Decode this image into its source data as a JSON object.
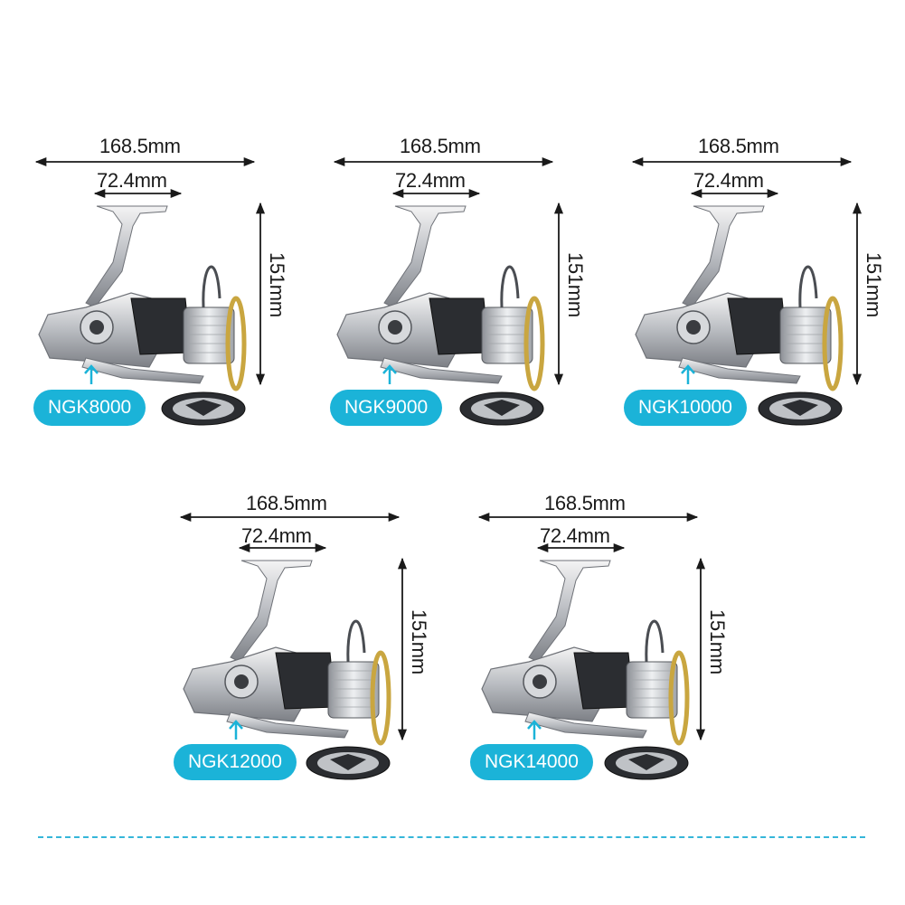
{
  "accent_color": "#1bb3d8",
  "dimensions": {
    "overall_width": "168.5mm",
    "spool_width": "72.4mm",
    "height": "151mm"
  },
  "models": [
    {
      "name": "NGK8000"
    },
    {
      "name": "NGK9000"
    },
    {
      "name": "NGK10000"
    },
    {
      "name": "NGK12000"
    },
    {
      "name": "NGK14000"
    }
  ],
  "icons": {
    "pointer": "up-arrow-icon",
    "reel": "spinning-reel-image"
  }
}
